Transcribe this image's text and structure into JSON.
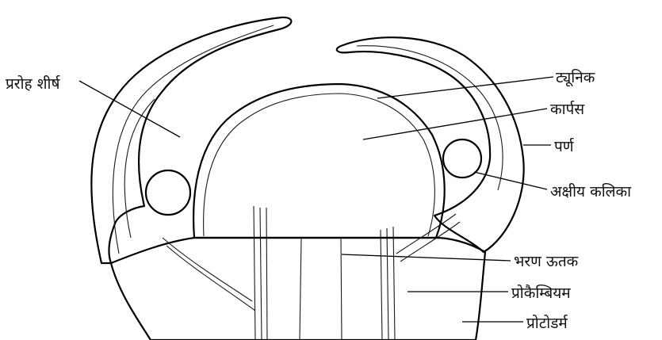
{
  "diagram": {
    "labels": {
      "shoot_apex": "प्ररोह शीर्ष",
      "tunica": "ट्यूनिक",
      "corpus": "कार्पस",
      "leaf": "पर्ण",
      "axillary_bud": "अक्षीय कलिका",
      "ground_tissue": "भरण ऊतक",
      "procambium": "प्रोकैम्बियम",
      "protoderm": "प्रोटोडर्म"
    }
  },
  "colors": {
    "ink": "#111111",
    "background": "#ffffff"
  }
}
